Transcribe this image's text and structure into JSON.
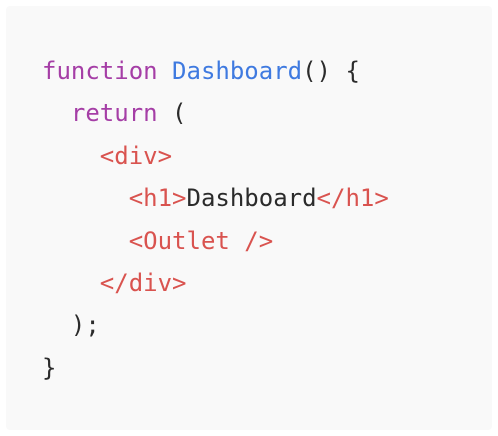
{
  "code": {
    "line1": {
      "keyword": "function",
      "name": "Dashboard",
      "rest": "() {"
    },
    "line2": {
      "indent": "  ",
      "keyword": "return",
      "rest": " ("
    },
    "line3": {
      "indent": "    ",
      "tag": "<div>"
    },
    "line4": {
      "indent": "      ",
      "open_tag": "<h1>",
      "text": "Dashboard",
      "close_tag": "</h1>"
    },
    "line5": {
      "indent": "      ",
      "tag": "<Outlet />"
    },
    "line6": {
      "indent": "    ",
      "tag": "</div>"
    },
    "line7": {
      "indent": "  ",
      "text": ");"
    },
    "line8": {
      "text": "}"
    },
    "colors": {
      "keyword": "#a53ea6",
      "function_name": "#3f7ae0",
      "jsx_tag": "#d9534f",
      "text": "#2b2b2b",
      "background": "#f9f9f9"
    }
  }
}
